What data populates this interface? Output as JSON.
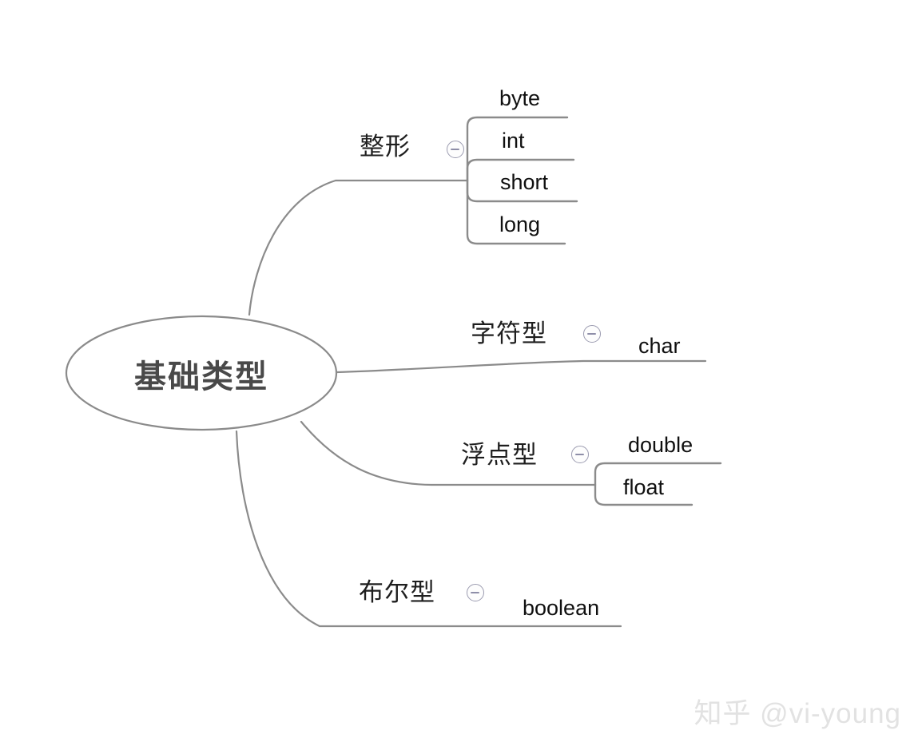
{
  "diagram": {
    "type": "mind-map",
    "title": "基础类型",
    "root": {
      "label": "基础类型",
      "shape": "ellipse"
    },
    "branches": [
      {
        "label": "整形",
        "toggle_icon": "collapse-minus-icon",
        "toggle_state": "expanded",
        "children": [
          {
            "label": "byte"
          },
          {
            "label": "int"
          },
          {
            "label": "short"
          },
          {
            "label": "long"
          }
        ]
      },
      {
        "label": "字符型",
        "toggle_icon": "collapse-minus-icon",
        "toggle_state": "expanded",
        "children": [
          {
            "label": "char"
          }
        ]
      },
      {
        "label": "浮点型",
        "toggle_icon": "collapse-minus-icon",
        "toggle_state": "expanded",
        "children": [
          {
            "label": "double"
          },
          {
            "label": "float"
          }
        ]
      },
      {
        "label": "布尔型",
        "toggle_icon": "collapse-minus-icon",
        "toggle_state": "expanded",
        "children": [
          {
            "label": "boolean"
          }
        ]
      }
    ]
  },
  "watermark": {
    "text": "知乎 @vi-young"
  },
  "colors": {
    "background": "#ffffff",
    "line": "#888888",
    "root_text": "#494949",
    "node_text": "#1c1c1c",
    "toggle_border": "#9b9bb0",
    "watermark_text": "#e2e2e2"
  }
}
